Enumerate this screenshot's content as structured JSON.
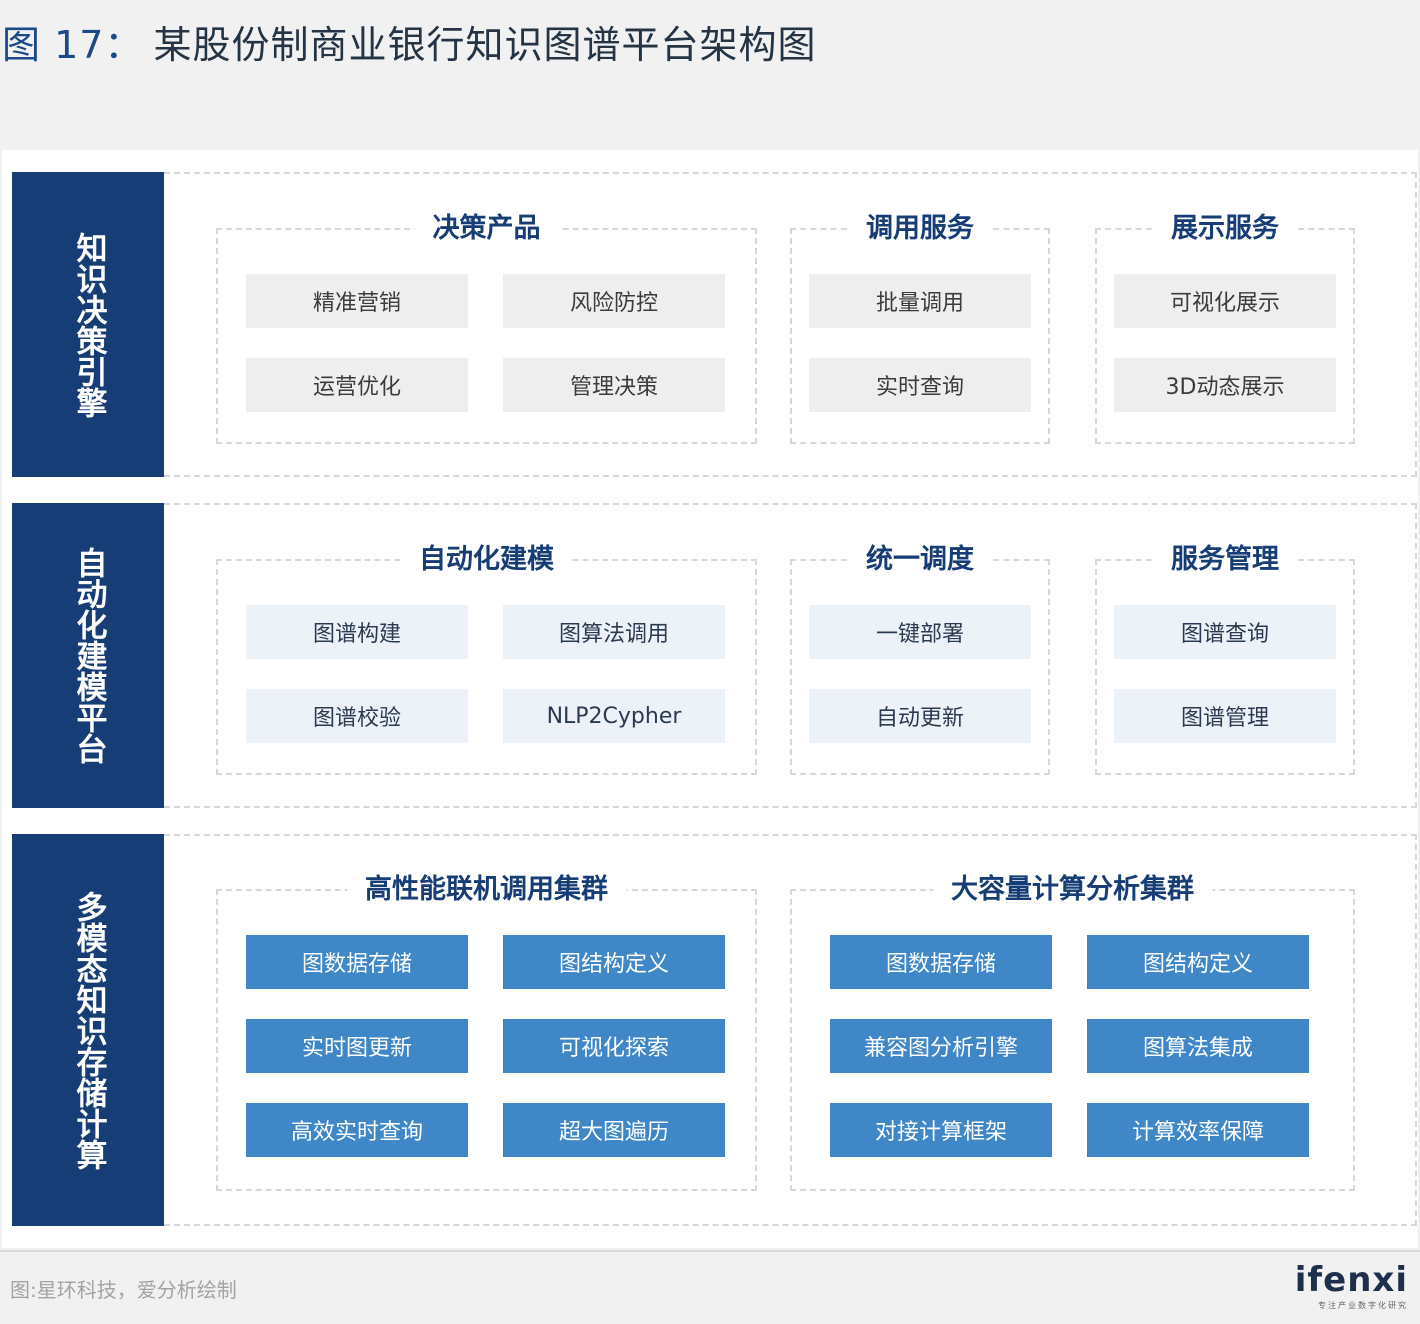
{
  "figure": {
    "label": "图 17：",
    "name": "某股份制商业银行知识图谱平台架构图"
  },
  "layers": [
    {
      "label": "知识决策引擎",
      "groups": [
        {
          "title": "决策产品",
          "items": [
            "精准营销",
            "风险防控",
            "运营优化",
            "管理决策"
          ]
        },
        {
          "title": "调用服务",
          "items": [
            "批量调用",
            "实时查询"
          ]
        },
        {
          "title": "展示服务",
          "items": [
            "可视化展示",
            "3D动态展示"
          ]
        }
      ]
    },
    {
      "label": "自动化建模平台",
      "groups": [
        {
          "title": "自动化建模",
          "items": [
            "图谱构建",
            "图算法调用",
            "图谱校验",
            "NLP2Cypher"
          ]
        },
        {
          "title": "统一调度",
          "items": [
            "一键部署",
            "自动更新"
          ]
        },
        {
          "title": "服务管理",
          "items": [
            "图谱查询",
            "图谱管理"
          ]
        }
      ]
    },
    {
      "label": "多模态知识存储计算",
      "groups": [
        {
          "title": "高性能联机调用集群",
          "items": [
            "图数据存储",
            "图结构定义",
            "实时图更新",
            "可视化探索",
            "高效实时查询",
            "超大图遍历"
          ]
        },
        {
          "title": "大容量计算分析集群",
          "items": [
            "图数据存储",
            "图结构定义",
            "兼容图分析引擎",
            "图算法集成",
            "对接计算框架",
            "计算效率保障"
          ]
        }
      ]
    }
  ],
  "footer": {
    "source": "图:星环科技，爱分析绘制",
    "logo": "ifenxi",
    "logo_tagline": "专注产业数字化研究"
  },
  "colors": {
    "title_blue": "#1b4a86",
    "bar_navy": "#173d76",
    "cell_blue": "#3f87c7",
    "cell_light": "#edf2f9",
    "cell_grey": "#eeeeee"
  }
}
